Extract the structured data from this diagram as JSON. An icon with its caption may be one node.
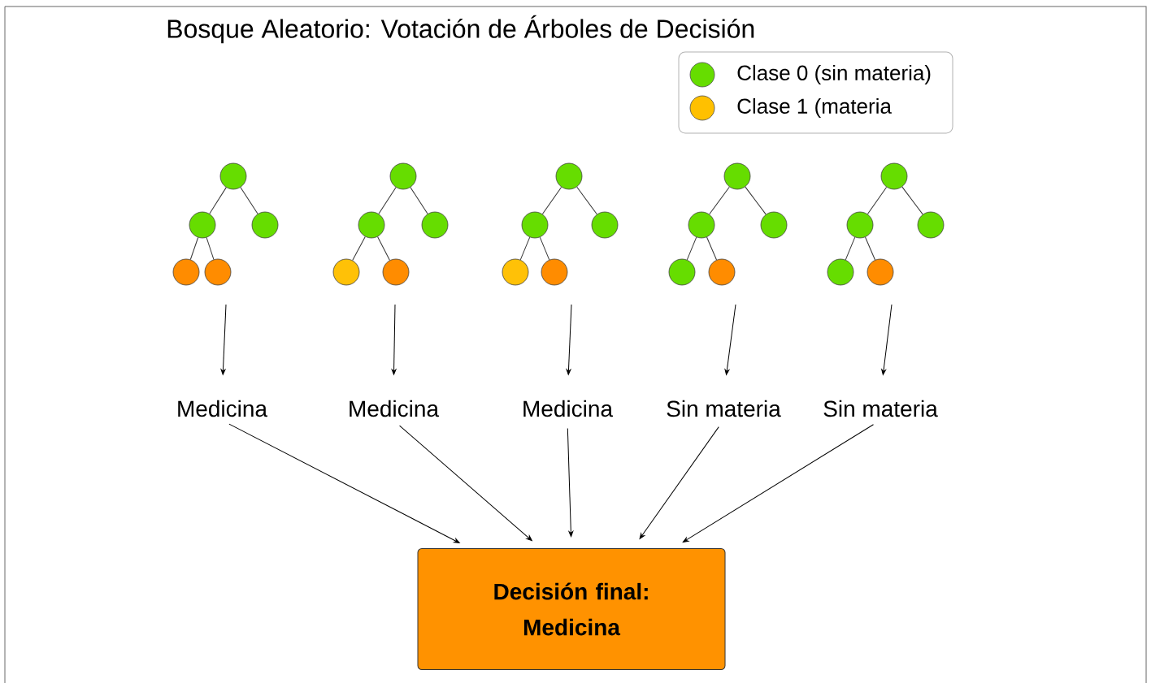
{
  "diagram": {
    "title": "Bosque Aleatorio: Votación de Árboles de Decisión",
    "nodes": [
      {
        "text": [],
        "shape": "circle"
      },
      {
        "text": [],
        "shape": "circle"
      },
      {
        "text": [],
        "shape": "circle"
      },
      {
        "text": [],
        "shape": "circle"
      },
      {
        "text": [],
        "shape": "circle"
      },
      {
        "text": [],
        "shape": "circle"
      },
      {
        "text": [],
        "shape": "circle"
      },
      {
        "text": [],
        "shape": "circle"
      },
      {
        "text": [],
        "shape": "circle"
      },
      {
        "text": [],
        "shape": "circle"
      },
      {
        "text": [],
        "shape": "circle"
      },
      {
        "text": [],
        "shape": "circle"
      },
      {
        "text": [],
        "shape": "circle"
      },
      {
        "text": [],
        "shape": "circle"
      },
      {
        "text": [],
        "shape": "circle"
      },
      {
        "text": [],
        "shape": "circle"
      },
      {
        "text": [],
        "shape": "circle"
      },
      {
        "text": [],
        "shape": "circle"
      },
      {
        "text": [],
        "shape": "circle"
      },
      {
        "text": [],
        "shape": "circle"
      },
      {
        "text": [],
        "shape": "circle"
      },
      {
        "text": [],
        "shape": "circle"
      },
      {
        "text": [],
        "shape": "circle"
      },
      {
        "text": [],
        "shape": "circle"
      },
      {
        "text": [],
        "shape": "circle"
      },
      {
        "text": [
          "Medicina"
        ]
      },
      {
        "text": [
          "Medicina"
        ]
      },
      {
        "text": [
          "Medicina"
        ]
      },
      {
        "text": [
          "Sin materia"
        ]
      },
      {
        "text": [
          "Sin materia"
        ]
      },
      {
        "text": [
          "Decisión final: Medicina"
        ]
      }
    ],
    "edges": [
      {
        "from": 0,
        "to": 1,
        "arrow": "none"
      },
      {
        "from": 0,
        "to": 2,
        "arrow": "none"
      },
      {
        "from": 1,
        "to": 3,
        "arrow": "none"
      },
      {
        "from": 1,
        "to": 4,
        "arrow": "none"
      },
      {
        "from": 5,
        "to": 6,
        "arrow": "none"
      },
      {
        "from": 5,
        "to": 7,
        "arrow": "none"
      },
      {
        "from": 6,
        "to": 8,
        "arrow": "none"
      },
      {
        "from": 6,
        "to": 9,
        "arrow": "none"
      },
      {
        "from": 10,
        "to": 11,
        "arrow": "none"
      },
      {
        "from": 10,
        "to": 12,
        "arrow": "none"
      },
      {
        "from": 11,
        "to": 13,
        "arrow": "none"
      },
      {
        "from": 11,
        "to": 14,
        "arrow": "none"
      },
      {
        "from": 15,
        "to": 16,
        "arrow": "none"
      },
      {
        "from": 15,
        "to": 17,
        "arrow": "none"
      },
      {
        "from": 16,
        "to": 18,
        "arrow": "none"
      },
      {
        "from": 16,
        "to": 19,
        "arrow": "none"
      },
      {
        "from": 20,
        "to": 21,
        "arrow": "none"
      },
      {
        "from": 20,
        "to": 22,
        "arrow": "none"
      },
      {
        "from": 21,
        "to": 23,
        "arrow": "none"
      },
      {
        "from": 21,
        "to": 24,
        "arrow": "none"
      },
      {
        "from": null,
        "to": 25,
        "arrow": "to"
      },
      {
        "from": null,
        "to": 26,
        "arrow": "to"
      },
      {
        "from": null,
        "to": 27,
        "arrow": "to"
      },
      {
        "from": null,
        "to": 28,
        "arrow": "to"
      },
      {
        "from": null,
        "to": 29,
        "arrow": "to"
      },
      {
        "from": 25,
        "to": 30,
        "arrow": "to"
      },
      {
        "from": 26,
        "to": 30,
        "arrow": "to"
      },
      {
        "from": 27,
        "to": 30,
        "arrow": "to"
      },
      {
        "from": 28,
        "to": 30,
        "arrow": "to"
      },
      {
        "from": 29,
        "to": 30,
        "arrow": "to"
      }
    ],
    "legend": [
      {
        "text": "Clase 0 (sin materia)",
        "color": "#66dd00"
      },
      {
        "text": "Clase 1 (materia",
        "color": "#ffc000"
      }
    ]
  }
}
